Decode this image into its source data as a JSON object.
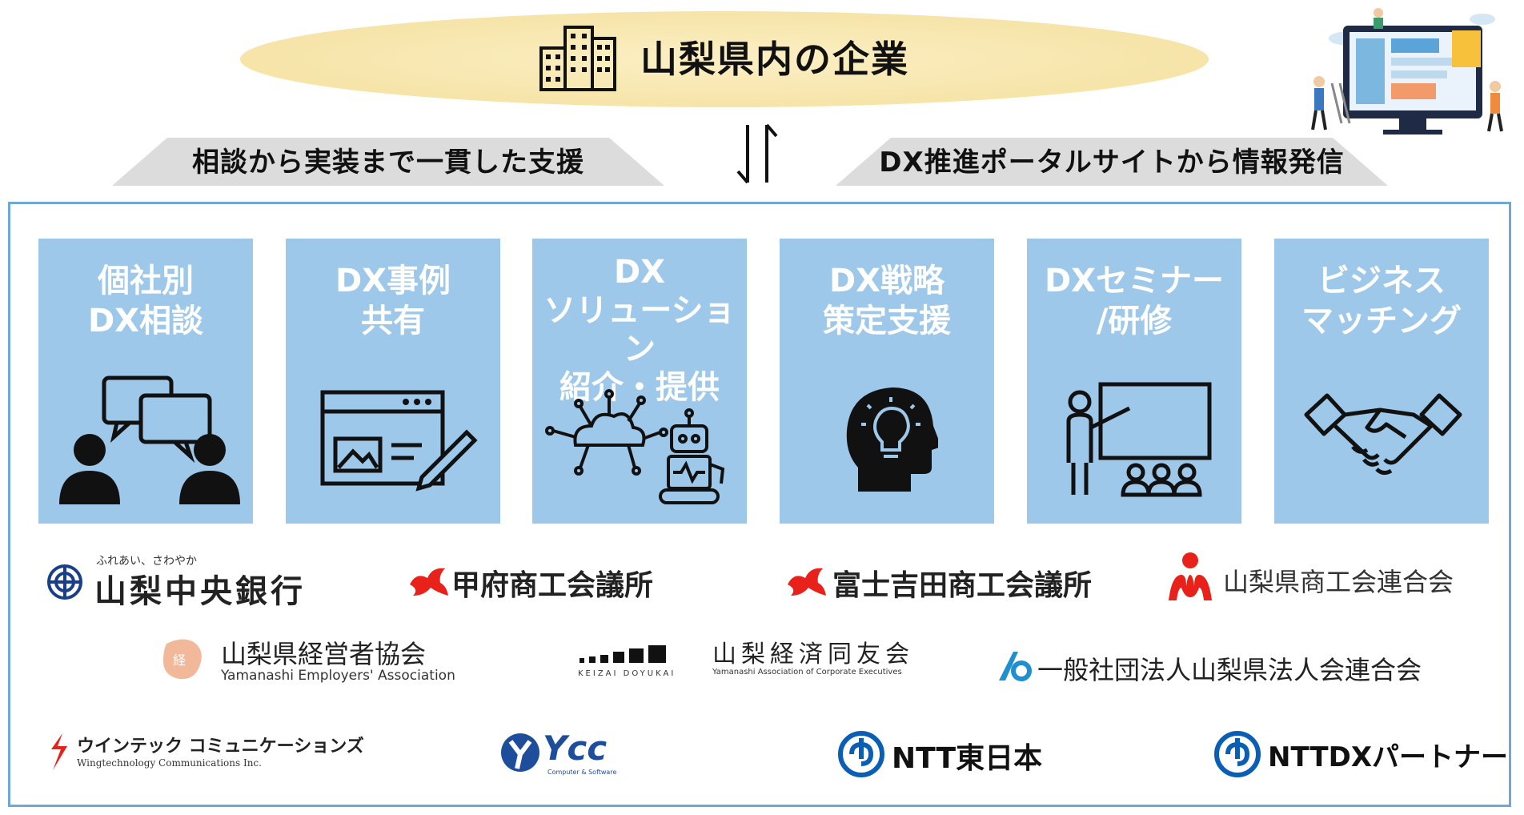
{
  "header": {
    "title": "山梨県内の企業",
    "banner_left": "相談から実装まで一貫した支援",
    "banner_right": "DX推進ポータルサイトから情報発信"
  },
  "services": [
    {
      "label": "個社別\nDX相談"
    },
    {
      "label": "DX事例\n共有"
    },
    {
      "label": "DX\nソリューション\n紹介・提供"
    },
    {
      "label": "DX戦略\n策定支援"
    },
    {
      "label": "DXセミナー\n/研修"
    },
    {
      "label": "ビジネス\nマッチング"
    }
  ],
  "partners": {
    "row1": [
      {
        "name": "山梨中央銀行",
        "tagline": "ふれあい、さわやか"
      },
      {
        "name": "甲府商工会議所"
      },
      {
        "name": "富士吉田商工会議所"
      },
      {
        "name": "山梨県商工会連合会"
      }
    ],
    "row2": [
      {
        "name": "山梨県経営者協会",
        "sub": "Yamanashi Employers' Association"
      },
      {
        "name": "山梨経済同友会",
        "sub": "Yamanashi Association of Corporate Executives",
        "mark": "KEIZAI DOYUKAI"
      },
      {
        "name": "一般社団法人山梨県法人会連合会"
      }
    ],
    "row3": [
      {
        "name": "ウインテック コミュニケーションズ",
        "sub": "Wingtechnology Communications Inc."
      },
      {
        "name": "Ycc",
        "sub": "Computer & Software"
      },
      {
        "name": "NTT東日本"
      },
      {
        "name": "NTTDXパートナー"
      }
    ]
  },
  "colors": {
    "card_bg": "#9ec8ea",
    "box_border": "#6fa7d6",
    "oval": "#f6e4a8",
    "banner": "#dcdcdc",
    "accent_red": "#e8211b",
    "ntt_blue": "#0a5fb4",
    "ycc_blue": "#1e4e9b"
  },
  "icons": [
    "building-icon",
    "exchange-arrows-icon",
    "chat-people-icon",
    "browser-edit-icon",
    "cloud-robot-icon",
    "lightbulb-head-icon",
    "presentation-icon",
    "handshake-icon"
  ]
}
